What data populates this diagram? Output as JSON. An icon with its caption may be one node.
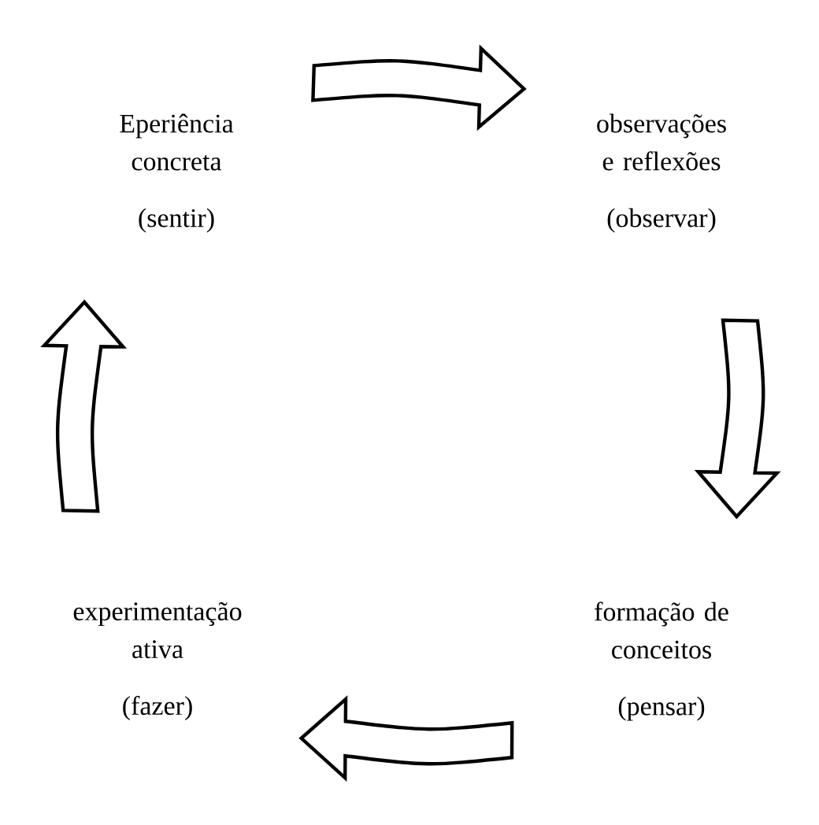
{
  "diagram": {
    "nodes": [
      {
        "text": [
          "Eperiência concreta",
          "(sentir)"
        ]
      },
      {
        "text": [
          "observações e reflexões",
          "(observar)"
        ]
      },
      {
        "text": [
          "formação de conceitos",
          "(pensar)"
        ]
      },
      {
        "text": [
          "experimentação ativa",
          "(fazer)"
        ]
      }
    ],
    "edges": [
      {
        "from": 0,
        "to": 1,
        "arrow": "to"
      },
      {
        "from": 1,
        "to": 2,
        "arrow": "to"
      },
      {
        "from": 2,
        "to": 3,
        "arrow": "to"
      },
      {
        "from": 3,
        "to": 0,
        "arrow": "to"
      }
    ]
  }
}
